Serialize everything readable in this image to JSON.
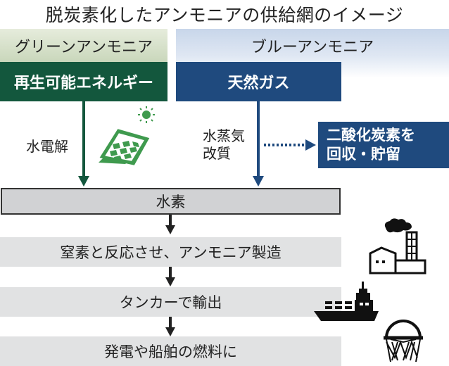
{
  "title": "脱炭素化したアンモニアの供給網のイメージ",
  "columns": {
    "green": {
      "label": "グリーンアンモニア",
      "source": "再生可能エネルギー",
      "process": "水電解",
      "color": "#13573d"
    },
    "blue": {
      "label": "ブルーアンモニア",
      "source": "天然ガス",
      "process_line1": "水蒸気",
      "process_line2": "改質",
      "color": "#1f4a7e"
    }
  },
  "co2_box": {
    "line1": "二酸化炭素を",
    "line2": "回収・貯留"
  },
  "hydrogen": "水素",
  "steps": [
    {
      "label": "窒素と反応させ、アンモニア製造",
      "icon": "factory-icon"
    },
    {
      "label": "タンカーで輸出",
      "icon": "tanker-ship-icon"
    },
    {
      "label": "発電や船舶の燃料に",
      "icon": "gas-tank-icon"
    }
  ],
  "icons": {
    "solar": "solar-panel-icon",
    "sun": "sun-icon"
  }
}
